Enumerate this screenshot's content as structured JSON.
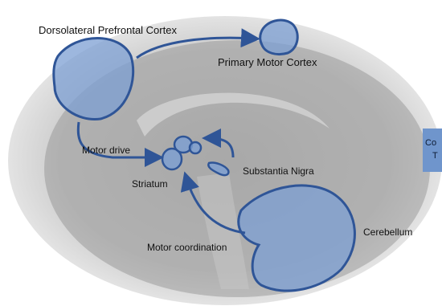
{
  "labels": {
    "dlpfc": "Dorsolateral Prefrontal Cortex",
    "m1": "Primary Motor Cortex",
    "motor_drive": "Motor drive",
    "striatum": "Striatum",
    "substantia_nigra": "Substantia Nigra",
    "cerebellum": "Cerebellum",
    "motor_coordination": "Motor coordination"
  },
  "side_box": {
    "line1": "Co",
    "line2": "T"
  },
  "colors": {
    "region_fill": "#7c9fd3",
    "outline": "#2f5597",
    "side_box": "#6f95cc"
  }
}
